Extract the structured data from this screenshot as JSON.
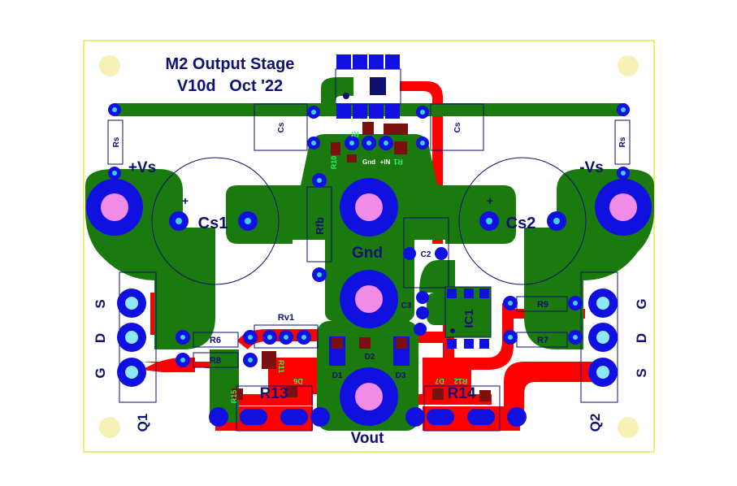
{
  "title": {
    "line1": "M2 Output Stage",
    "line2": "V10d   Oct '22"
  },
  "nets": {
    "pos_supply": "+Vs",
    "neg_supply": "-Vs",
    "ground": "Gnd",
    "output": "Vout"
  },
  "capacitors": {
    "cs1": "Cs1",
    "cs2": "Cs2",
    "cs_left": "Cs",
    "cs_right": "Cs",
    "c2": "C2",
    "c3": "C3"
  },
  "resistors": {
    "rs_left": "Rs",
    "rs_right": "Rs",
    "rfb": "Rfb",
    "rv1": "Rv1",
    "r6": "R6",
    "r8": "R8",
    "r9": "R9",
    "r7": "R7",
    "r13": "R13",
    "r14": "R14",
    "r11": "R11",
    "r12": "R12",
    "r10": "R10",
    "r15": "R15",
    "r1": "R1",
    "rf": "Rf"
  },
  "semis": {
    "q1": "Q1",
    "q2": "Q2",
    "d1": "D1",
    "d2": "D2",
    "d3": "D3",
    "d6": "D6",
    "d7": "D7",
    "ic1": "IC1"
  },
  "q1_pins": [
    "S",
    "D",
    "G"
  ],
  "q2_pins": [
    "G",
    "D",
    "S"
  ],
  "silk": {
    "plus_in": "+IN",
    "gnd_small": "Gnd",
    "plus_a": "+",
    "plus_b": "+"
  },
  "colors": {
    "copper_top": "#1a7a0e",
    "copper_bottom": "#ff0000",
    "pad": "#1010e0",
    "drill": "#f08ce8",
    "silk": "#101070",
    "outline": "#e8e84a"
  }
}
